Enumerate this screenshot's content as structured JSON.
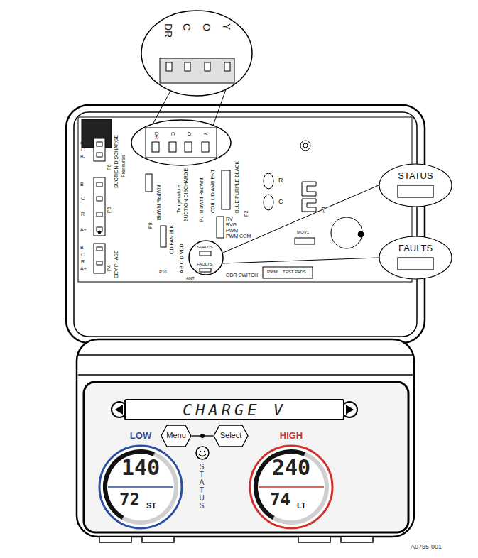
{
  "diagram": {
    "nodes": [
      {
        "text": [
          "STATUS"
        ]
      },
      {
        "text": [
          "FAULTS"
        ]
      },
      {
        "text": [
          "CHARGE V"
        ]
      },
      {
        "text": [
          "Menu"
        ]
      },
      {
        "text": [
          "Select"
        ]
      },
      {
        "text": [
          "LOW",
          "140",
          "72",
          "ST"
        ]
      },
      {
        "text": [
          "HIGH",
          "240",
          "74",
          "LT"
        ]
      }
    ],
    "edges": [
      {
        "from": 3,
        "to": 4,
        "arrow": "none"
      }
    ],
    "labels": [
      "DR",
      "C",
      "O",
      "Y",
      "DR",
      "C",
      "O",
      "Y",
      "A+",
      "C",
      "B-",
      "P6",
      "Pressures",
      "SUCTION DISCHARGE",
      "B-",
      "C",
      "R",
      "A+",
      "P5",
      "B-",
      "C",
      "R",
      "A+",
      "P4",
      "EEV PHASE",
      "BluWht RedWht",
      "P8",
      "Temperature",
      "SUCTION DISCHARGE",
      "BluWht RedWht",
      "P7",
      "COIL LID AMBIENT",
      "BLUE PURPLE BLACK",
      "P2",
      "R",
      "C",
      "F1",
      "OD FAN BLK",
      "A B C D VDD",
      "P10",
      "RV",
      "RVG",
      "PWM",
      "PWM COM",
      "ODR SWITCH",
      "STATUS",
      "FAULTS",
      "ANT",
      "MOV1",
      "TEST PADS",
      "PWM",
      "STATUS",
      "A0765-001"
    ]
  }
}
